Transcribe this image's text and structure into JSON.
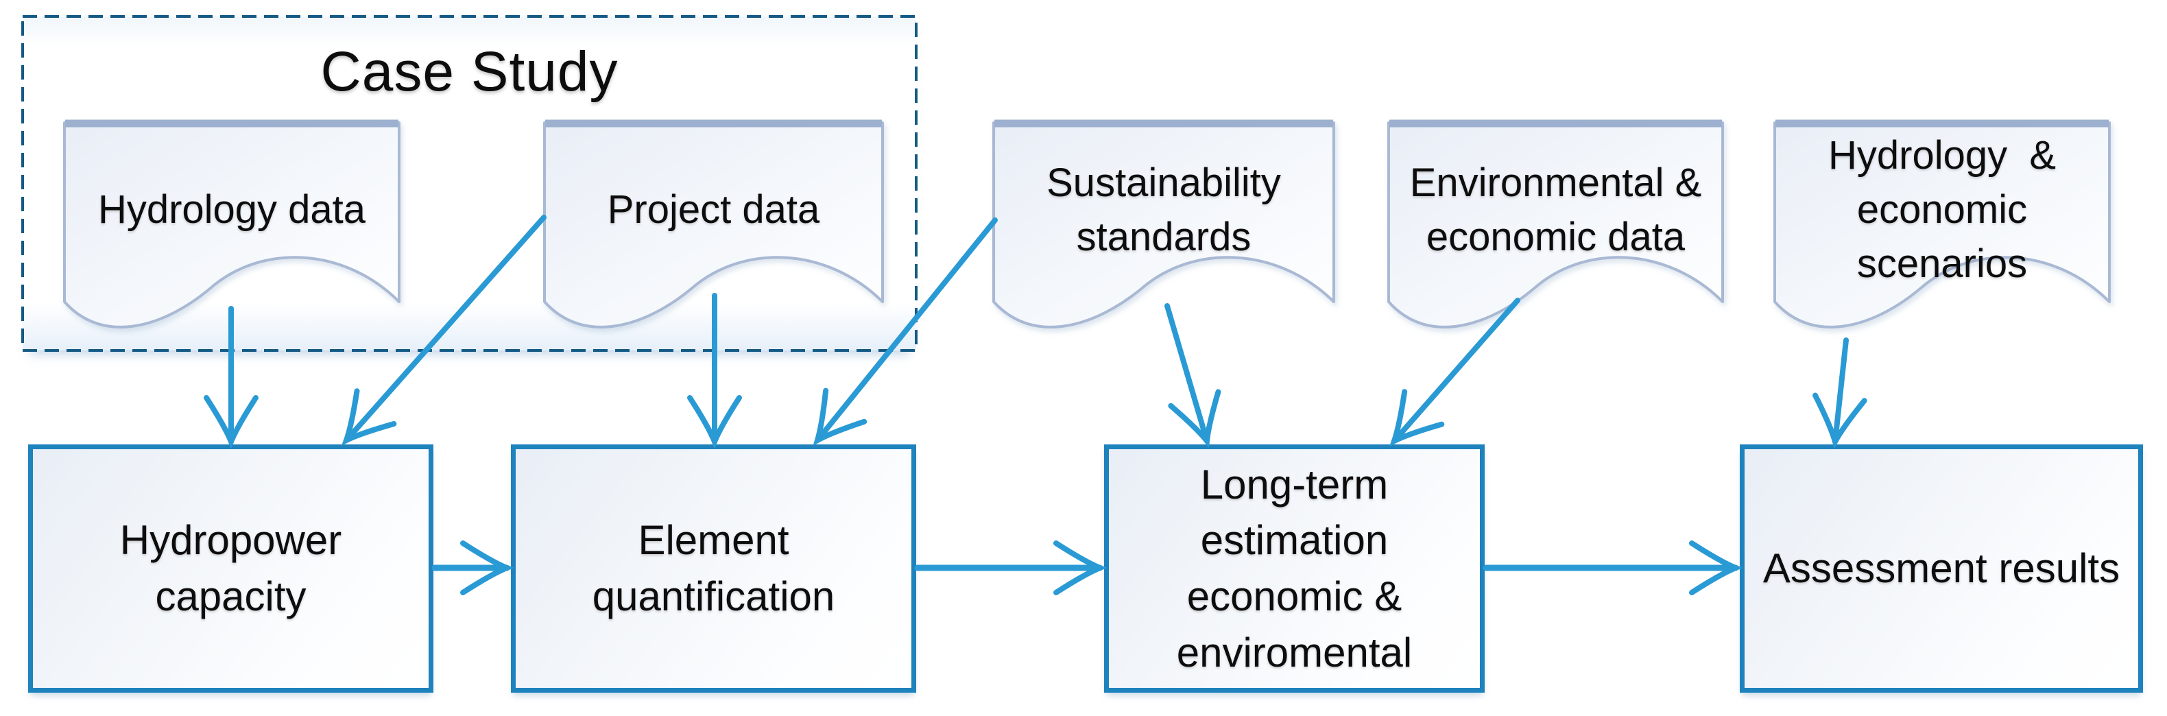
{
  "diagram": {
    "title": "Case Study",
    "colors": {
      "arrow": "#2a9ad5",
      "process_border": "#1e82bd",
      "document_border": "#a9b9d4",
      "document_topbar": "#9db0cf",
      "dashed_border": "#155a85",
      "text": "#0d0d0d"
    },
    "documents": [
      {
        "id": "hydrology-data",
        "label": "Hydrology data"
      },
      {
        "id": "project-data",
        "label": "Project data"
      },
      {
        "id": "sustainability-standards",
        "label": "Sustainability\nstandards"
      },
      {
        "id": "environmental-economic-data",
        "label": "Environmental &\neconomic data"
      },
      {
        "id": "hydrology-economic-scenarios",
        "label": "Hydrology  &\neconomic\nscenarios"
      }
    ],
    "processes": [
      {
        "id": "hydropower-capacity",
        "label": "Hydropower\ncapacity"
      },
      {
        "id": "element-quantification",
        "label": "Element\nquantification"
      },
      {
        "id": "long-term-estimation",
        "label": "Long-term\nestimation\neconomic &\nenviromental"
      },
      {
        "id": "assessment-results",
        "label": "Assessment results"
      }
    ],
    "edges": [
      {
        "from": "hydrology-data",
        "to": "hydropower-capacity"
      },
      {
        "from": "project-data",
        "to": "hydropower-capacity"
      },
      {
        "from": "project-data",
        "to": "element-quantification"
      },
      {
        "from": "sustainability-standards",
        "to": "element-quantification"
      },
      {
        "from": "sustainability-standards",
        "to": "long-term-estimation"
      },
      {
        "from": "environmental-economic-data",
        "to": "long-term-estimation"
      },
      {
        "from": "hydrology-economic-scenarios",
        "to": "assessment-results"
      },
      {
        "from": "hydropower-capacity",
        "to": "element-quantification"
      },
      {
        "from": "element-quantification",
        "to": "long-term-estimation"
      },
      {
        "from": "long-term-estimation",
        "to": "assessment-results"
      }
    ]
  }
}
